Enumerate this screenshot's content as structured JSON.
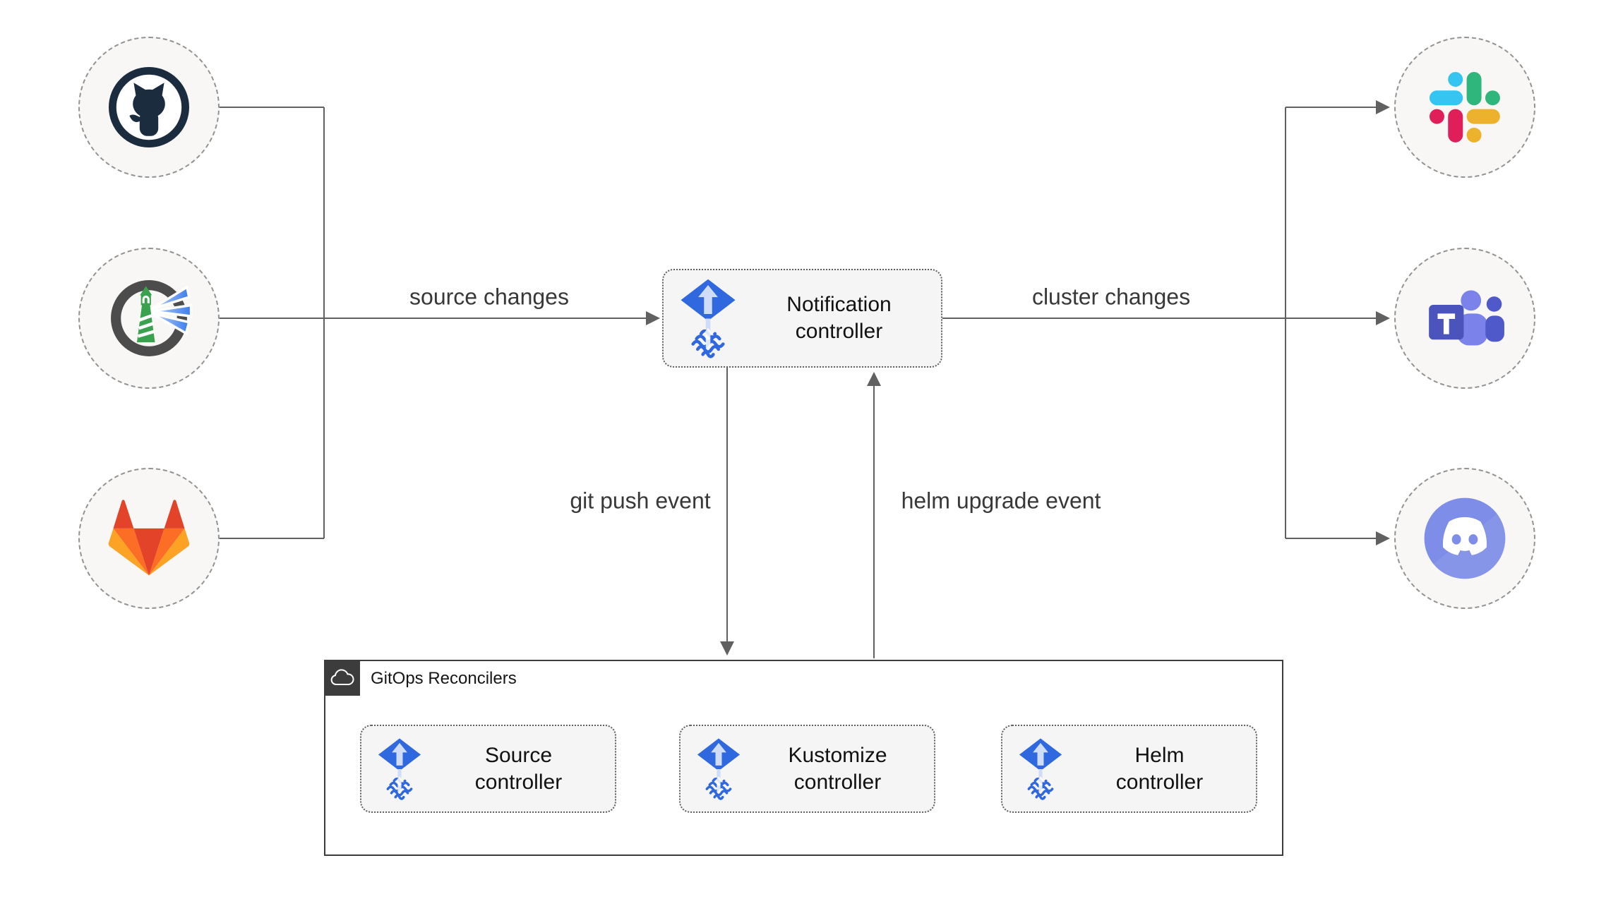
{
  "nodes": {
    "notification": {
      "label": "Notification controller"
    },
    "source": {
      "label": "Source controller"
    },
    "kustomize": {
      "label": "Kustomize controller"
    },
    "helm": {
      "label": "Helm controller"
    }
  },
  "container": {
    "label": "GitOps Reconcilers"
  },
  "edge_labels": {
    "source_changes": "source changes",
    "cluster_changes": "cluster changes",
    "git_push": "git push event",
    "helm_upgrade": "helm upgrade event"
  },
  "icons": {
    "sources": [
      "github-icon",
      "harbor-icon",
      "gitlab-icon"
    ],
    "alert_providers": [
      "slack-icon",
      "ms-teams-icon",
      "discord-icon"
    ],
    "controller_icon": "flux-icon",
    "container_icon": "cloud-icon"
  },
  "colors": {
    "line": "#616161",
    "node_fill": "#f5f5f5",
    "node_border": "#5f5f5f",
    "circle_fill": "#f8f7f5",
    "circle_border": "#939393",
    "container_border": "#3c3c3c",
    "flux_blue": "#3068e0",
    "flux_arrow": "#cfddf8",
    "github": "#1b2c3f",
    "harbor_ring": "#4c4c4c",
    "harbor_green": "#3aa24f",
    "harbor_beam": "#3b7ded",
    "gitlab": {
      "dark": "#E24329",
      "mid": "#FC6D26",
      "light": "#FCA326"
    },
    "slack": {
      "cyan": "#36C5F0",
      "green": "#2EB67D",
      "yellow": "#ECB22E",
      "red": "#E01E5A"
    },
    "teams": {
      "tile": "#4B53BC",
      "person_light": "#7B83EB",
      "person_dark": "#5059C9"
    },
    "discord": "#7d8de8"
  }
}
